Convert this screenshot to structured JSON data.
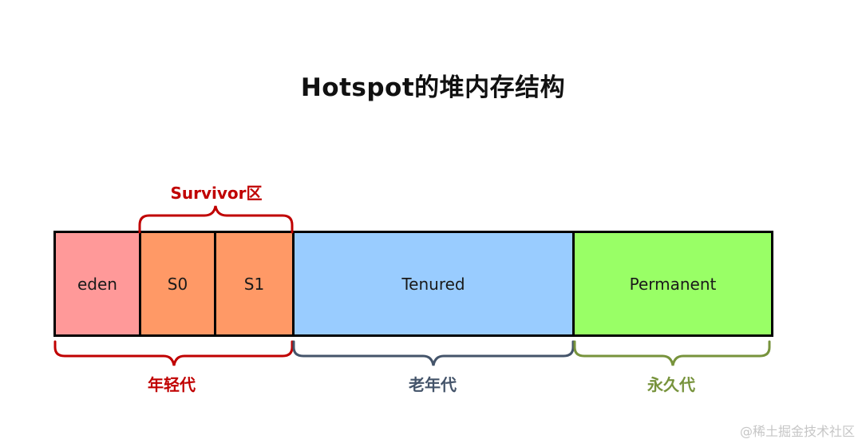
{
  "title": "Hotspot的堆内存结构",
  "segments": {
    "eden": {
      "label": "eden",
      "color": "#ff9999"
    },
    "s0": {
      "label": "S0",
      "color": "#ff9966"
    },
    "s1": {
      "label": "S1",
      "color": "#ff9966"
    },
    "tenured": {
      "label": "Tenured",
      "color": "#99ccff"
    },
    "permanent": {
      "label": "Permanent",
      "color": "#99ff66"
    }
  },
  "braces": {
    "survivor": {
      "label": "Survivor区",
      "color": "#c00000"
    },
    "young": {
      "label": "年轻代",
      "color": "#c00000"
    },
    "old": {
      "label": "老年代",
      "color": "#44546a"
    },
    "permanent": {
      "label": "永久代",
      "color": "#77933c"
    }
  },
  "watermark": "@稀土掘金技术社区"
}
